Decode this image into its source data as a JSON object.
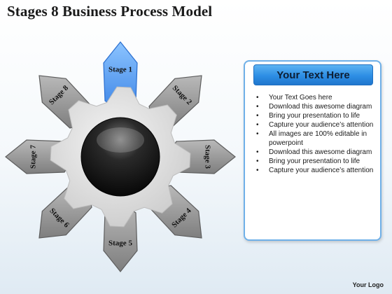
{
  "title": "Stages 8 Business Process Model",
  "colors": {
    "highlight_stage": "#4f9af0",
    "stage_gray": "#9c9c9c",
    "gear": "#dcdcdc",
    "hub": "#111111",
    "panel_header": "#2d8ee4",
    "panel_border": "#6fb0e8"
  },
  "diagram": {
    "highlighted_stage": 1,
    "stages": [
      {
        "label": "Stage 1"
      },
      {
        "label": "Stage 2"
      },
      {
        "label": "Stage 3"
      },
      {
        "label": "Stage 4"
      },
      {
        "label": "Stage 5"
      },
      {
        "label": "Stage 6"
      },
      {
        "label": "Stage 7"
      },
      {
        "label": "Stage 8"
      }
    ]
  },
  "panel": {
    "header": "Your Text Here",
    "bullet_icon": "bullet-dot",
    "items": [
      "Your Text Goes here",
      "Download this awesome diagram",
      "Bring your presentation to life",
      "Capture your audience’s attention",
      "All images are 100% editable in powerpoint",
      "Download this awesome diagram",
      "Bring your presentation to life",
      "Capture your audience’s attention"
    ]
  },
  "footer": {
    "logo": "Your Logo"
  }
}
